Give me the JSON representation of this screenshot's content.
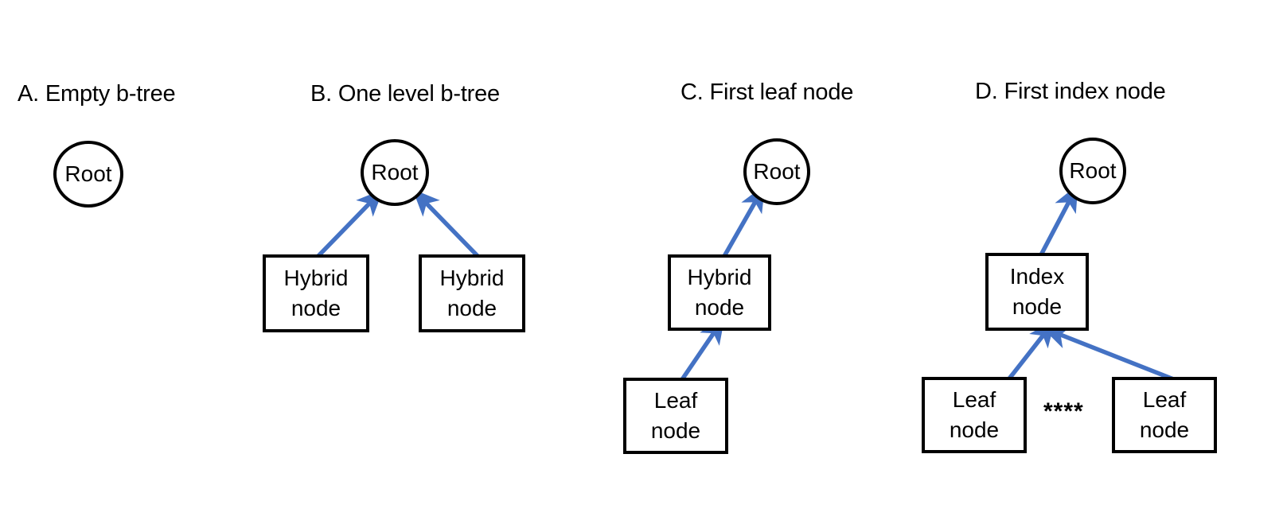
{
  "figure": {
    "background_color": "#ffffff",
    "node_border_color": "#000000",
    "arrow_color": "#4472C4",
    "text_color": "#000000"
  },
  "panels": [
    {
      "id": "a",
      "title": "A. Empty b-tree",
      "nodes": [
        {
          "id": "a-root",
          "type": "circle",
          "label": "Root"
        }
      ],
      "arrows": []
    },
    {
      "id": "b",
      "title": "B. One level b-tree",
      "nodes": [
        {
          "id": "b-root",
          "type": "circle",
          "label": "Root"
        },
        {
          "id": "b-hybrid-left",
          "type": "box",
          "line1": "Hybrid",
          "line2": "node"
        },
        {
          "id": "b-hybrid-right",
          "type": "box",
          "line1": "Hybrid",
          "line2": "node"
        }
      ],
      "arrows": [
        {
          "from": "b-hybrid-left",
          "to": "b-root"
        },
        {
          "from": "b-hybrid-right",
          "to": "b-root"
        }
      ]
    },
    {
      "id": "c",
      "title": "C. First leaf node",
      "nodes": [
        {
          "id": "c-root",
          "type": "circle",
          "label": "Root"
        },
        {
          "id": "c-hybrid",
          "type": "box",
          "line1": "Hybrid",
          "line2": "node"
        },
        {
          "id": "c-leaf",
          "type": "box",
          "line1": "Leaf",
          "line2": "node"
        }
      ],
      "arrows": [
        {
          "from": "c-hybrid",
          "to": "c-root"
        },
        {
          "from": "c-leaf",
          "to": "c-hybrid"
        }
      ]
    },
    {
      "id": "d",
      "title": "D. First index node",
      "nodes": [
        {
          "id": "d-root",
          "type": "circle",
          "label": "Root"
        },
        {
          "id": "d-index",
          "type": "box",
          "line1": "Index",
          "line2": "node"
        },
        {
          "id": "d-leaf-left",
          "type": "box",
          "line1": "Leaf",
          "line2": "node"
        },
        {
          "id": "d-leaf-right",
          "type": "box",
          "line1": "Leaf",
          "line2": "node"
        }
      ],
      "ellipsis": "****",
      "arrows": [
        {
          "from": "d-index",
          "to": "d-root"
        },
        {
          "from": "d-leaf-left",
          "to": "d-index"
        },
        {
          "from": "d-leaf-right",
          "to": "d-index"
        }
      ]
    }
  ]
}
